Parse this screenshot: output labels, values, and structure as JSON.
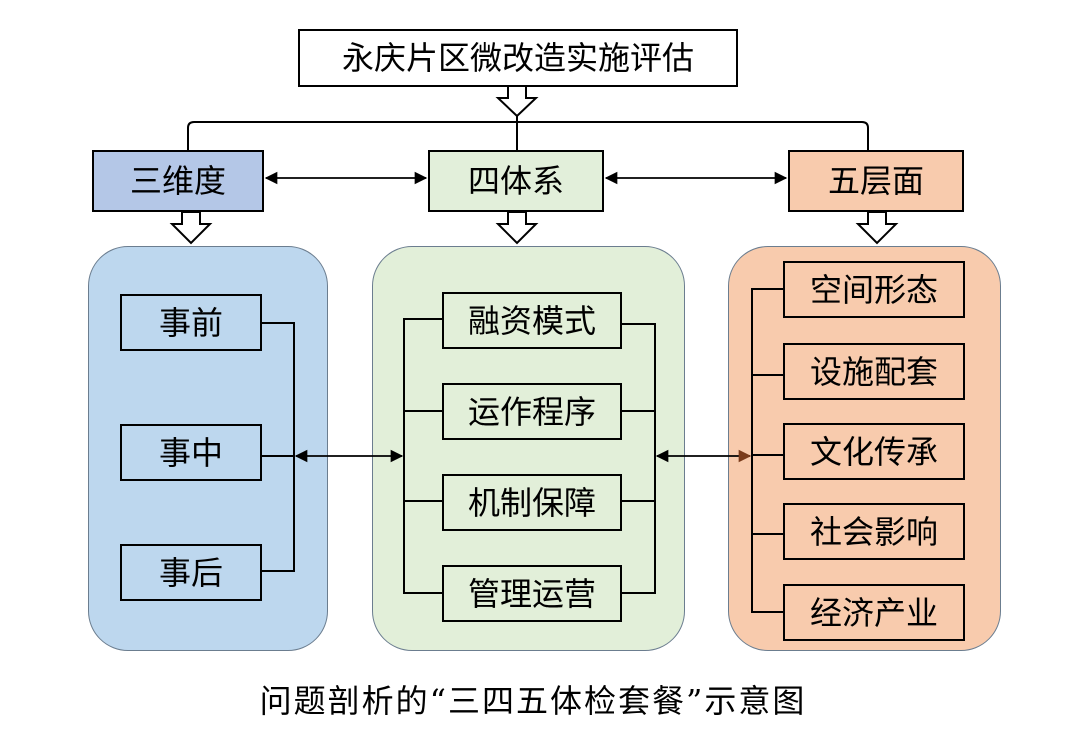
{
  "top": {
    "label": "永庆片区微改造实施评估"
  },
  "headers": [
    {
      "label": "三维度",
      "fill": "#b4c7e7"
    },
    {
      "label": "四体系",
      "fill": "#e2efda"
    },
    {
      "label": "五层面",
      "fill": "#f8cbad"
    }
  ],
  "panels": {
    "left": {
      "fill": "#bdd7ee",
      "items": [
        "事前",
        "事中",
        "事后"
      ]
    },
    "middle": {
      "fill": "#e2efd9",
      "items": [
        "融资模式",
        "运作程序",
        "机制保障",
        "管理运营"
      ]
    },
    "right": {
      "fill": "#f8cbad",
      "items": [
        "空间形态",
        "设施配套",
        "文化传承",
        "社会影响",
        "经济产业"
      ]
    }
  },
  "caption": "问题剖析的“三四五体检套餐”示意图"
}
